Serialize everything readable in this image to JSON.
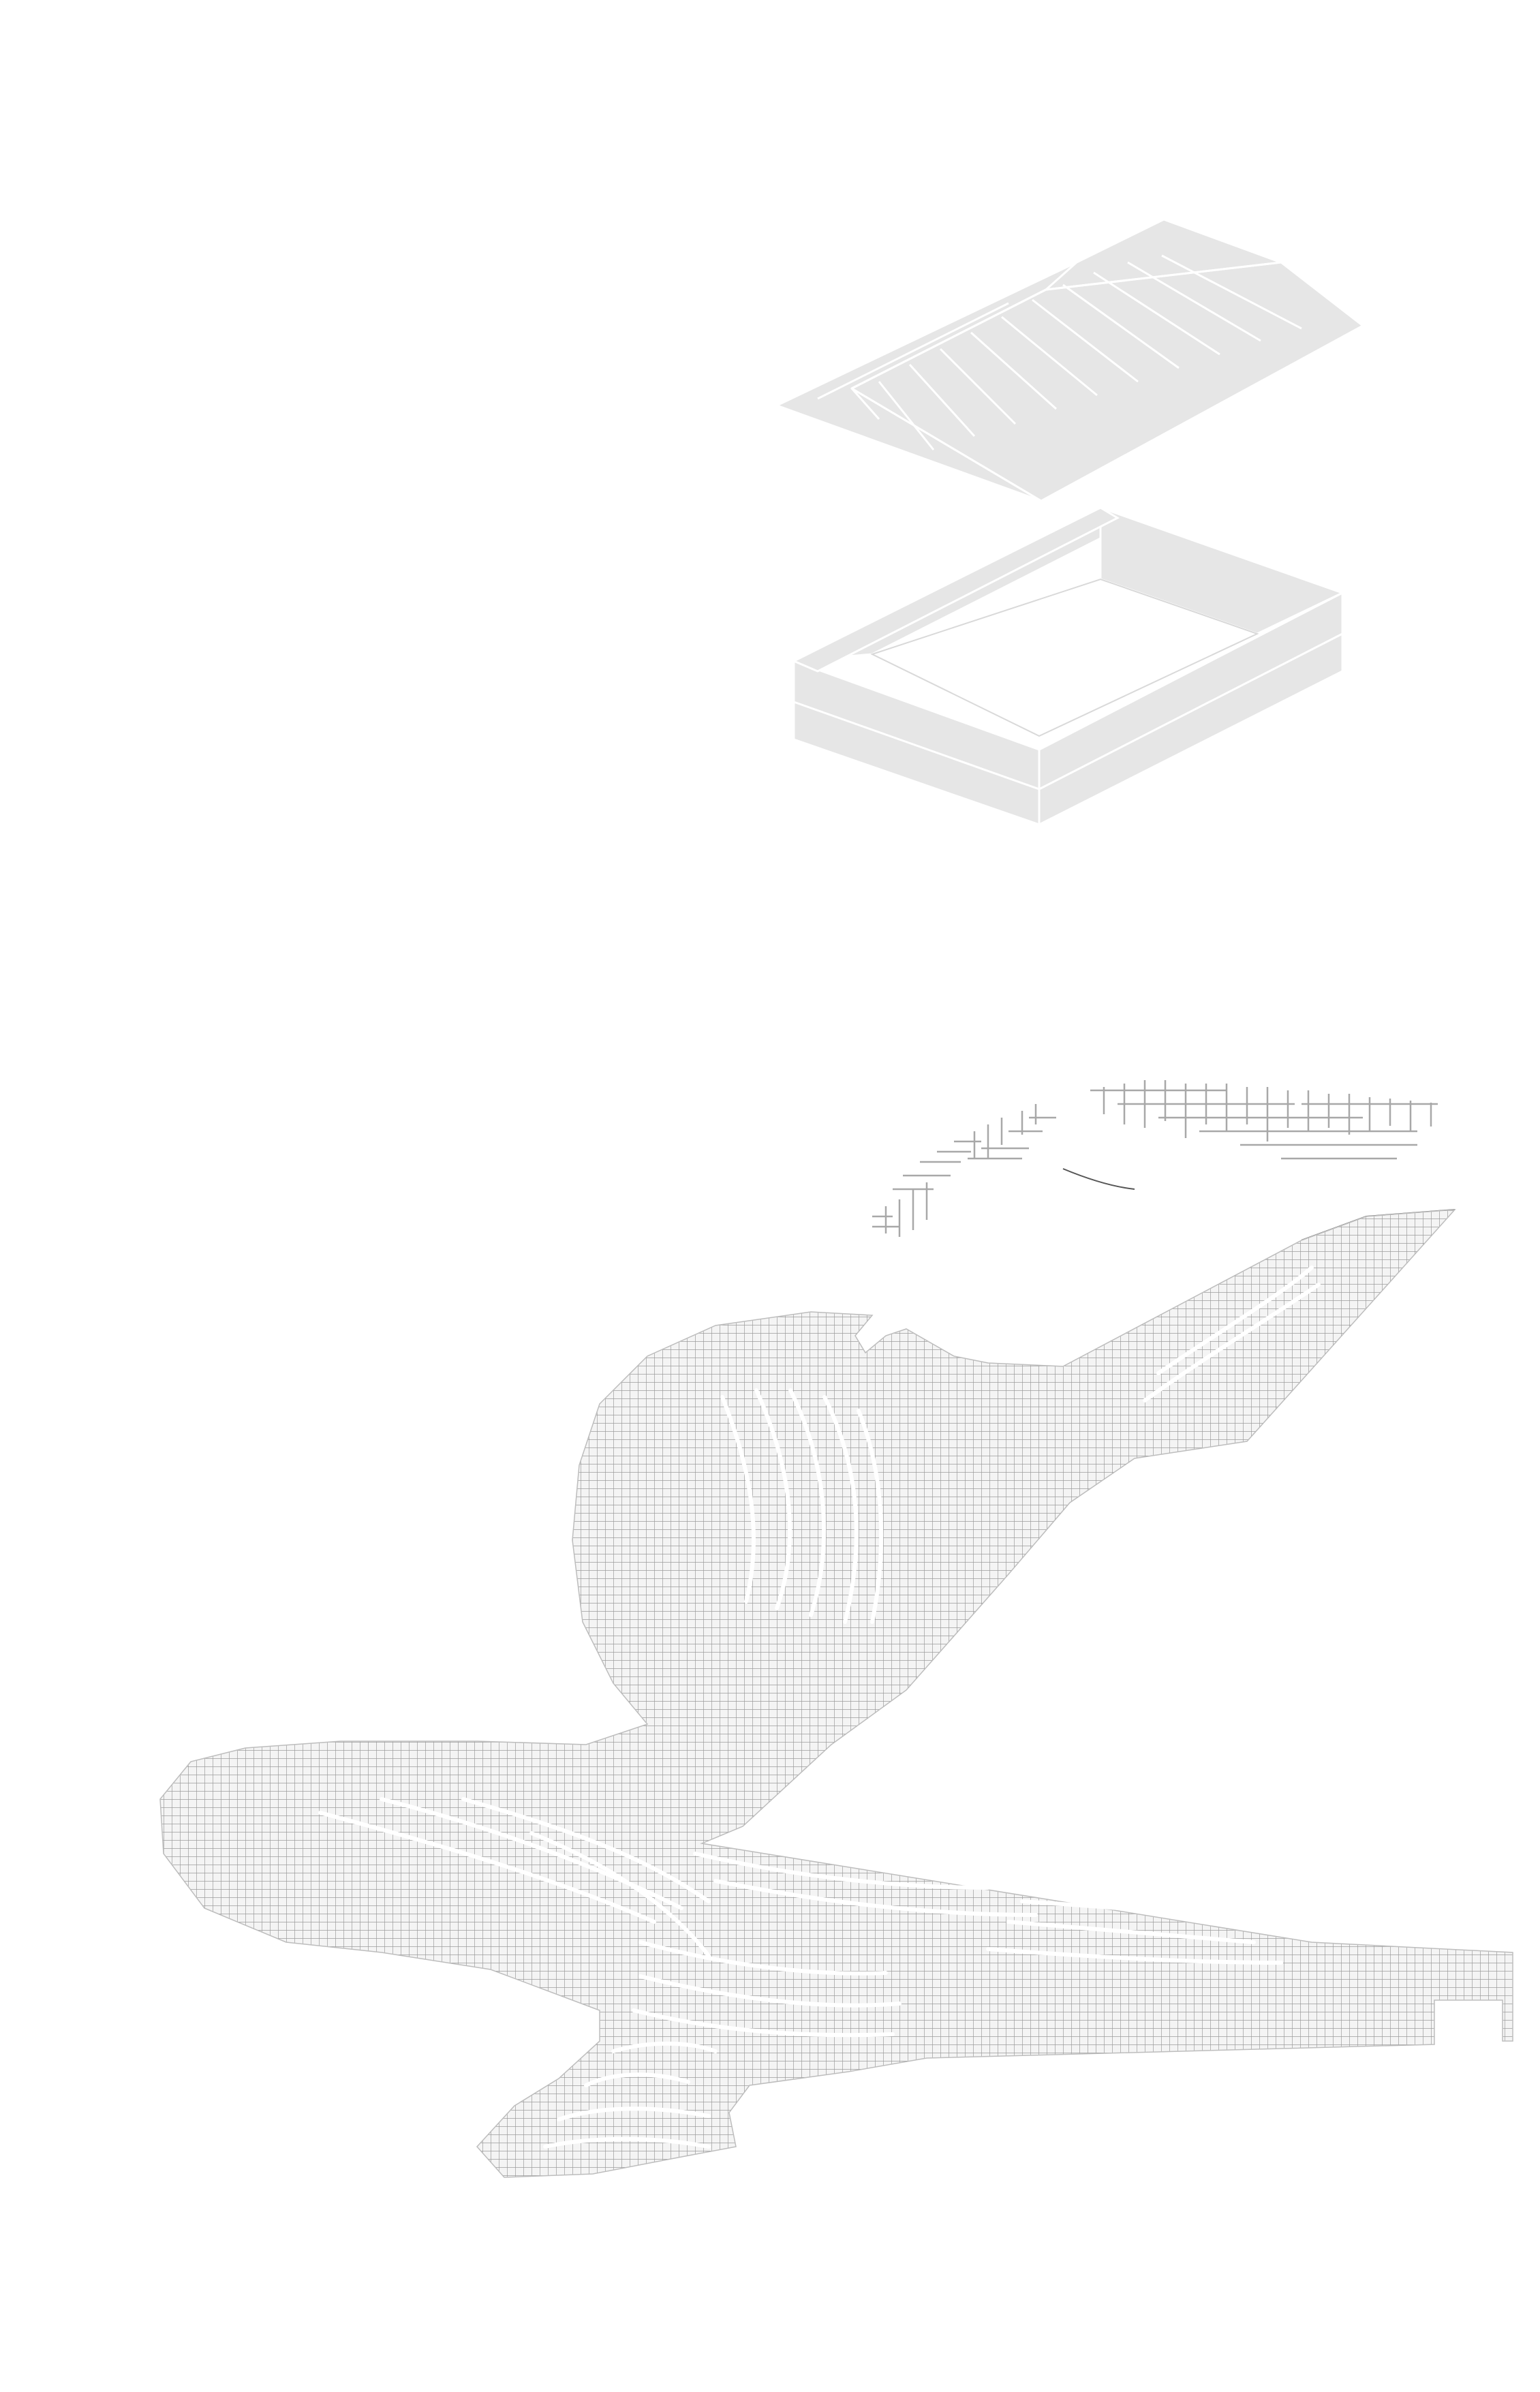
{
  "diagram": {
    "kind": "exploded-axonometric",
    "layers": [
      {
        "name": "roof",
        "icon": "roof-canopy-icon"
      },
      {
        "name": "wall-enclosure",
        "icon": "wall-ring-icon"
      },
      {
        "name": "terrain-fragment",
        "icon": "broken-grid-icon"
      },
      {
        "name": "terrain",
        "icon": "terrain-grid-icon"
      }
    ],
    "colors": {
      "background": "#ffffff",
      "roof_fill": "#e6e6e6",
      "wall_fill": "#e6e6e6",
      "terrain_grid": "#bdbdbd",
      "contour": "#ffffff"
    }
  }
}
